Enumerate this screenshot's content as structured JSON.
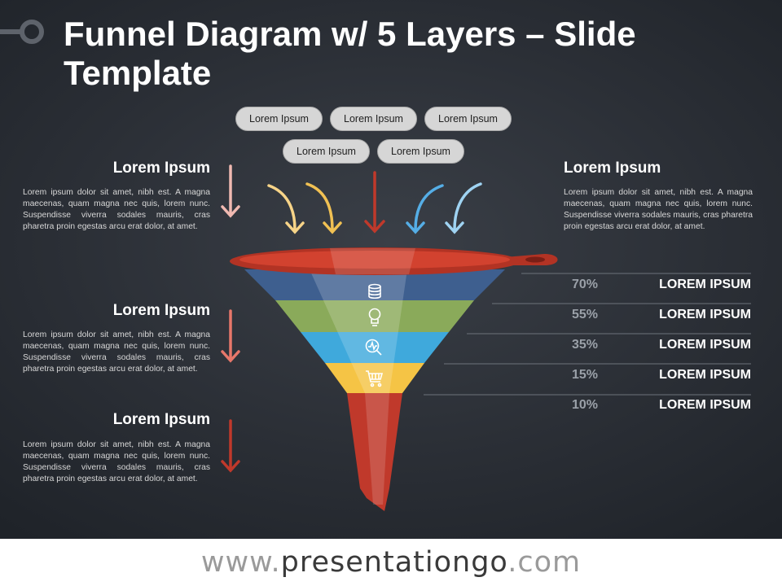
{
  "title": "Funnel Diagram w/ 5 Layers – Slide Template",
  "pills": [
    "Lorem Ipsum",
    "Lorem Ipsum",
    "Lorem Ipsum",
    "Lorem Ipsum",
    "Lorem Ipsum"
  ],
  "left_blocks": [
    {
      "title": "Lorem Ipsum",
      "body": "Lorem ipsum dolor sit amet, nibh est. A magna maecenas, quam magna nec quis, lorem nunc. Suspendisse viverra sodales mauris, cras pharetra proin egestas arcu erat dolor, at amet."
    },
    {
      "title": "Lorem Ipsum",
      "body": "Lorem ipsum dolor sit amet, nibh est. A magna maecenas, quam magna nec quis, lorem nunc. Suspendisse viverra sodales mauris, cras pharetra proin egestas arcu erat dolor, at amet."
    },
    {
      "title": "Lorem Ipsum",
      "body": "Lorem ipsum dolor sit amet, nibh est. A magna maecenas, quam magna nec quis, lorem nunc. Suspendisse viverra sodales mauris, cras pharetra proin egestas arcu erat dolor, at amet."
    }
  ],
  "right_block": {
    "title": "Lorem Ipsum",
    "body": "Lorem ipsum dolor sit amet, nibh est. A magna maecenas, quam magna nec quis, lorem nunc. Suspendisse viverra sodales mauris, cras pharetra proin egestas arcu erat dolor, at amet."
  },
  "layers": [
    {
      "percent": "70%",
      "label": "LOREM IPSUM",
      "color": "#3e5f8f",
      "icon": "database-icon"
    },
    {
      "percent": "55%",
      "label": "LOREM IPSUM",
      "color": "#8aaa5a",
      "icon": "lightbulb-icon"
    },
    {
      "percent": "35%",
      "label": "LOREM IPSUM",
      "color": "#3fa9dc",
      "icon": "analytics-magnifier-icon"
    },
    {
      "percent": "15%",
      "label": "LOREM IPSUM",
      "color": "#f5c445",
      "icon": "shopping-cart-icon"
    },
    {
      "percent": "10%",
      "label": "LOREM IPSUM",
      "color": "#c0392b",
      "icon": ""
    }
  ],
  "funnel_rim_color": "#c0392b",
  "footer": {
    "prefix": "www.",
    "brand": "presentationgo",
    "suffix": ".com"
  }
}
